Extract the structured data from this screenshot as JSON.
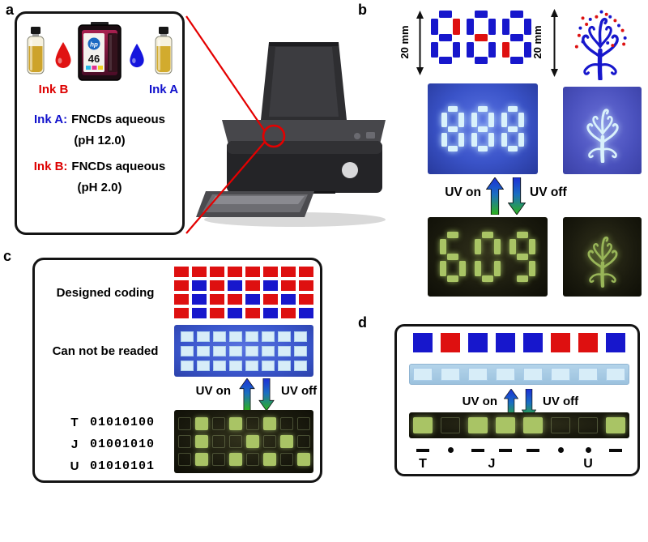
{
  "colors": {
    "ink_blue": "#1717cc",
    "ink_red": "#de1010",
    "label_blue": "#1111cc",
    "label_red": "#dd0000",
    "annotation_red": "#e40000",
    "photo_blue_bg": "#3a53c8",
    "photo_purple_bg": "#4a51bd",
    "glow_pale": "#d9f1fb",
    "glow_green": "#a9c465",
    "dark_bg": "#17170d",
    "pale_cell": "#d7edf8",
    "pale_strip_bg": "#aacbe4"
  },
  "panel_a": {
    "label": "a",
    "ink_b_label": "Ink B",
    "ink_a_label": "Ink A",
    "cartridge_brand": "hp",
    "cartridge_number": "46",
    "line1_prefix": "Ink A:",
    "line1_text": "FNCDs aqueous",
    "line1_sub": "(pH 12.0)",
    "line2_prefix": "Ink B:",
    "line2_text": "FNCDs aqueous",
    "line2_sub": "(pH 2.0)"
  },
  "panel_b": {
    "label": "b",
    "scale_label_left": "20 mm",
    "scale_label_right": "20 mm",
    "design_digits": "888",
    "design_red_segments": [
      {
        "digit": 0,
        "segment": "b"
      },
      {
        "digit": 1,
        "segment": "g"
      },
      {
        "digit": 2,
        "segment": "e"
      }
    ],
    "uv_on_digits": "888",
    "uv_off_digits": "609",
    "uv_on_label": "UV on",
    "uv_off_label": "UV off"
  },
  "panel_c": {
    "label": "c",
    "coding_title": "Designed coding",
    "unreadable_title": "Can not be readed",
    "uv_on_label": "UV on",
    "uv_off_label": "UV off",
    "design_rows": [
      "RRRRRRRR",
      "RBRBRBRR",
      "RBRRBRBR",
      "RBRBRBRB"
    ],
    "codes": [
      {
        "letter": "T",
        "bits": "01010100"
      },
      {
        "letter": "J",
        "bits": "01001010"
      },
      {
        "letter": "U",
        "bits": "01010101"
      }
    ]
  },
  "panel_d": {
    "label": "d",
    "design_squares": "BRBBBRRB",
    "uv_on_label": "UV on",
    "uv_off_label": "UV off",
    "morse": [
      {
        "letter": "T",
        "letter_cell": 0,
        "marks": [
          {
            "type": "dash",
            "cell": 0
          }
        ]
      },
      {
        "letter": "J",
        "letter_cell": 2.5,
        "marks": [
          {
            "type": "dot",
            "cell": 1
          },
          {
            "type": "dash",
            "cell": 2
          },
          {
            "type": "dash",
            "cell": 3
          },
          {
            "type": "dash",
            "cell": 4
          }
        ]
      },
      {
        "letter": "U",
        "letter_cell": 6,
        "marks": [
          {
            "type": "dot",
            "cell": 5
          },
          {
            "type": "dot",
            "cell": 6
          },
          {
            "type": "dash",
            "cell": 7
          }
        ]
      }
    ]
  }
}
